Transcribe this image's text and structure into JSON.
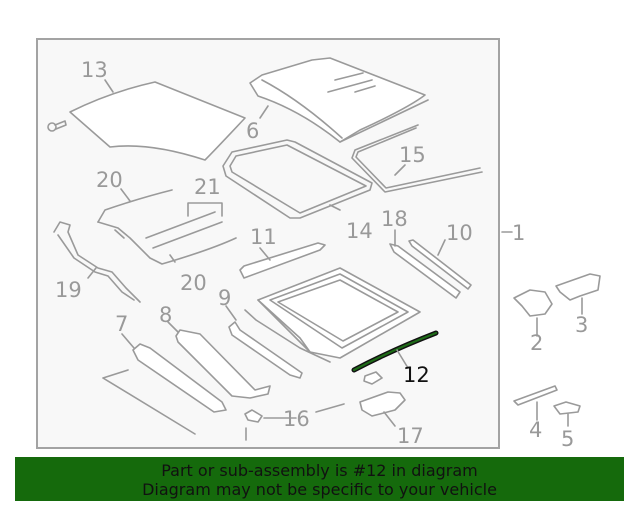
{
  "diagram": {
    "assembly_label": "1",
    "highlighted_part": "12",
    "highlight_color": "#1e6b18",
    "callouts": [
      {
        "id": "13",
        "label": "13"
      },
      {
        "id": "6",
        "label": "6"
      },
      {
        "id": "15",
        "label": "15"
      },
      {
        "id": "20a",
        "label": "20"
      },
      {
        "id": "21",
        "label": "21"
      },
      {
        "id": "14",
        "label": "14"
      },
      {
        "id": "18",
        "label": "18"
      },
      {
        "id": "10",
        "label": "10"
      },
      {
        "id": "11",
        "label": "11"
      },
      {
        "id": "19",
        "label": "19"
      },
      {
        "id": "20b",
        "label": "20"
      },
      {
        "id": "9",
        "label": "9"
      },
      {
        "id": "8",
        "label": "8"
      },
      {
        "id": "7",
        "label": "7"
      },
      {
        "id": "12",
        "label": "12"
      },
      {
        "id": "16",
        "label": "16"
      },
      {
        "id": "17",
        "label": "17"
      },
      {
        "id": "2",
        "label": "2"
      },
      {
        "id": "3",
        "label": "3"
      },
      {
        "id": "4",
        "label": "4"
      },
      {
        "id": "5",
        "label": "5"
      }
    ]
  },
  "banner": {
    "line1": "Part or sub-assembly is #12 in diagram",
    "line2": "Diagram may not be specific to your vehicle",
    "color": "#156a0c"
  }
}
